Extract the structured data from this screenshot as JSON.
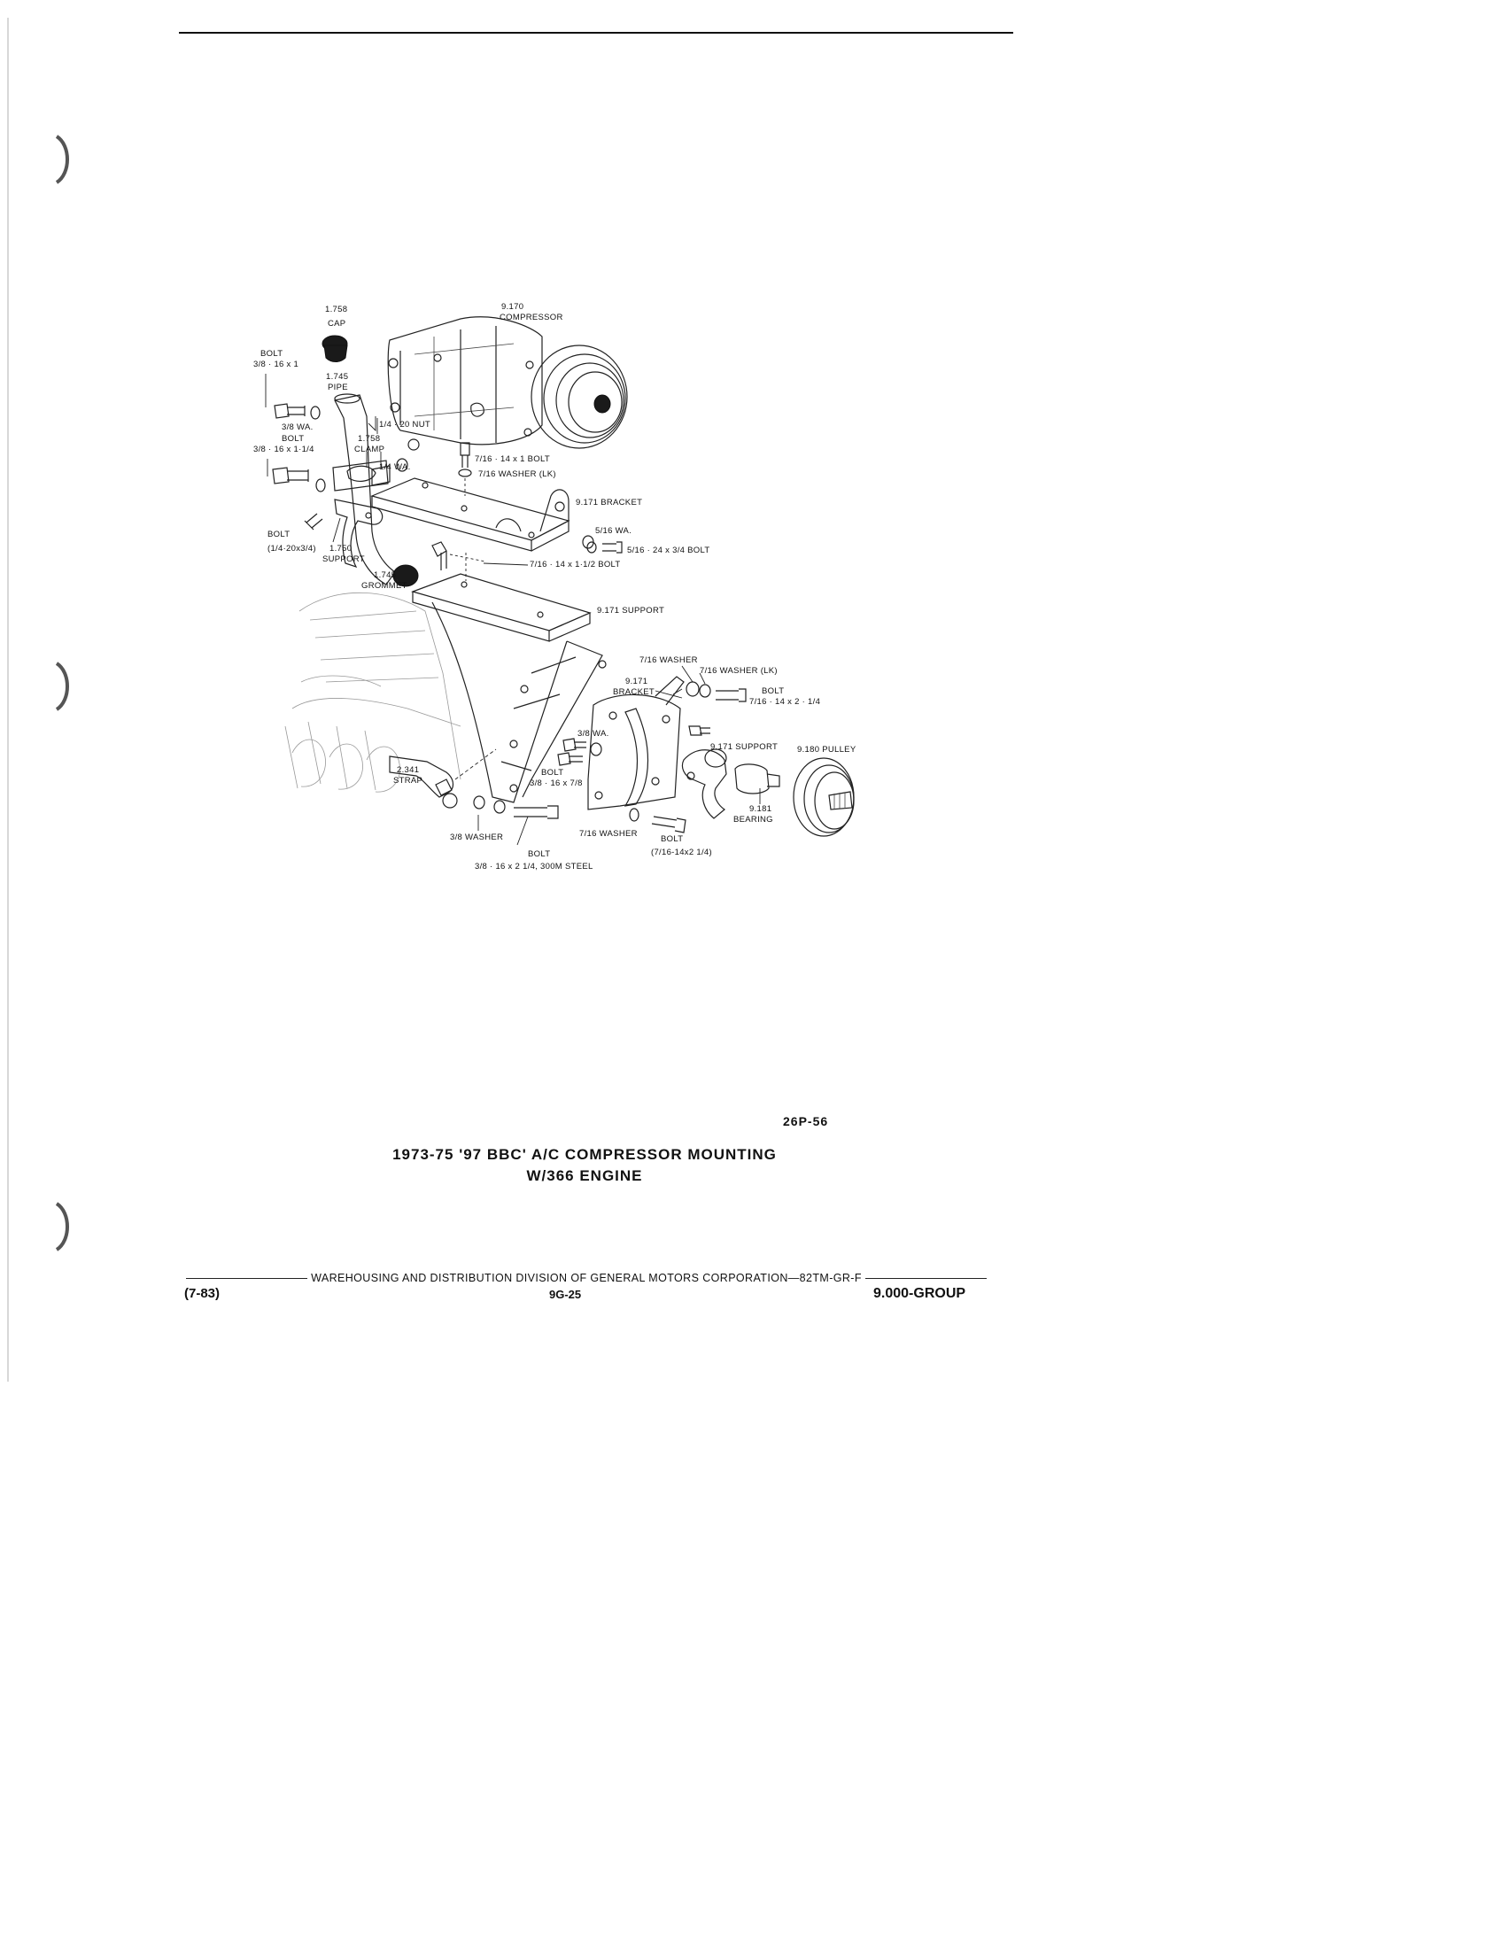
{
  "labels": {
    "cap_num": "1.758",
    "cap": "CAP",
    "compressor_num": "9.170",
    "compressor": "COMPRESSOR",
    "bolt1": "BOLT",
    "bolt1_size": "3/8 · 16 x 1",
    "pipe_num": "1.745",
    "pipe": "PIPE",
    "wa38": "3/8 WA.",
    "nut14": "1/4 · 20 NUT",
    "bolt2": "BOLT",
    "bolt2_size": "3/8 · 16 x 1·1/4",
    "clamp_num": "1.758",
    "clamp": "CLAMP",
    "wa14": "1/4 WA.",
    "bolt716_1": "7/16 · 14 x 1 BOLT",
    "washer716lk": "7/16 WASHER (LK)",
    "bracket9171": "9.171 BRACKET",
    "wa516": "5/16 WA.",
    "bolt516": "5/16 · 24 x 3/4 BOLT",
    "bolt3": "BOLT",
    "bolt3_size": "(1/4·20x3/4)",
    "support_num": "1.750",
    "support": "SUPPORT",
    "bolt716_112": "7/16 · 14 x 1·1/2 BOLT",
    "grommet_num": "1.745",
    "grommet": "GROMMET",
    "support9171": "9.171 SUPPORT",
    "washer716": "7/16 WASHER",
    "washer716lk2": "7/16 WASHER (LK)",
    "bracket_num": "9.171",
    "bracket": "BRACKET",
    "bolt4": "BOLT",
    "bolt4_size": "7/16 · 14 x 2 · 1/4",
    "wa38b": "3/8 WA.",
    "support9171b": "9.171 SUPPORT",
    "pulley": "9.180 PULLEY",
    "strap_num": "2.341",
    "strap": "STRAP",
    "bolt5": "BOLT",
    "bolt5_size": "3/8 · 16 x 7/8",
    "bearing_num": "9.181",
    "bearing": "BEARING",
    "washer38": "3/8 WASHER",
    "washer716b": "7/16 WASHER",
    "bolt6": "BOLT",
    "bolt6_size": "(7/16-14x2 1/4)",
    "bolt7": "BOLT",
    "bolt7_size": "3/8 · 16 x 2 1/4, 300M STEEL"
  },
  "figure_code": "26P-56",
  "title_line1": "1973-75 '97 BBC' A/C COMPRESSOR MOUNTING",
  "title_line2": "W/366 ENGINE",
  "footer": {
    "division": "WAREHOUSING AND DISTRIBUTION  DIVISION OF GENERAL MOTORS CORPORATION—82TM-GR-F",
    "date": "(7-83)",
    "page": "9G-25",
    "group": "9.000-GROUP"
  }
}
